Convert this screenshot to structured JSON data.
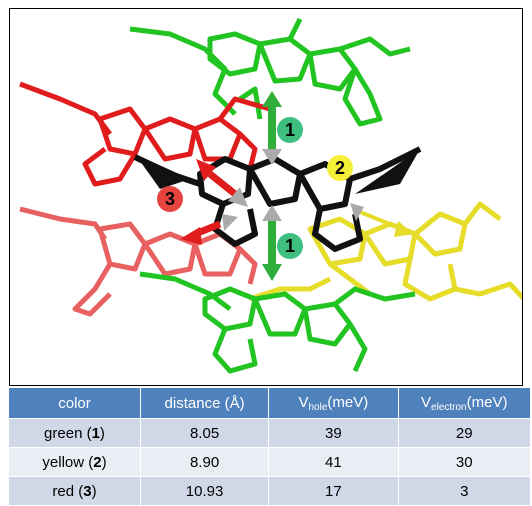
{
  "labels": {
    "green": "1",
    "green_lower": "1",
    "yellow": "2",
    "red": "3"
  },
  "colors": {
    "green": "#22c422",
    "yellow": "#e6dc2a",
    "red": "#e01c1c",
    "red_light": "#e86060",
    "black": "#111111",
    "badge_green": "#3fbf7f",
    "badge_yellow": "#f4f03a",
    "badge_red": "#e8443f",
    "header": "#4f81bd"
  },
  "table": {
    "headers": {
      "color": "color",
      "distance": "distance (Å)",
      "vhole_main": "V",
      "vhole_sub": "hole",
      "vhole_unit": "(meV)",
      "velec_main": "V",
      "velec_sub": "electron",
      "velec_unit": "(meV)"
    },
    "rows": [
      {
        "name": "green (",
        "num": "1",
        "close": ")",
        "distance": "8.05",
        "vhole": "39",
        "velectron": "29"
      },
      {
        "name": "yellow (",
        "num": "2",
        "close": ")",
        "distance": "8.90",
        "vhole": "41",
        "velectron": "30"
      },
      {
        "name": "red (",
        "num": "3",
        "close": ")",
        "distance": "10.93",
        "vhole": "17",
        "velectron": "3"
      }
    ]
  }
}
